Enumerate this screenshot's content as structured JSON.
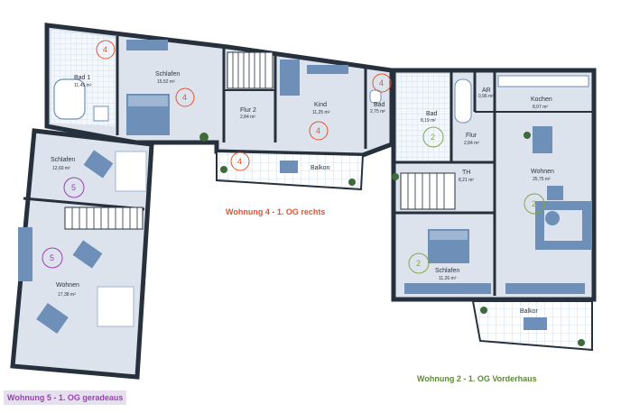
{
  "colors": {
    "wall": "#27313d",
    "floor": "#dde3ec",
    "balcony_tile": "#ffffff",
    "tile_line": "#a8c8e8",
    "furniture": "#6d8fb8",
    "furniture_light": "#9fb6d3",
    "unit4": "#e2542b",
    "unit5": "#9b3fb5",
    "unit2": "#7fa84a",
    "caption5_bg": "#e6dff0"
  },
  "units": {
    "unit4": {
      "title": "Wohnung 4 - 1. OG rechts",
      "marker": "4"
    },
    "unit5": {
      "title": "Wohnung 5 - 1. OG geradeaus",
      "marker": "5"
    },
    "unit2": {
      "title": "Wohnung 2 - 1. OG Vorderhaus",
      "marker": "2"
    }
  },
  "rooms": {
    "bad1": {
      "name": "Bad 1",
      "area": "11,45 m²"
    },
    "schlafen4": {
      "name": "Schlafen",
      "area": "15,52 m²"
    },
    "flur2": {
      "name": "Flur 2",
      "area": "2,84 m²"
    },
    "kind": {
      "name": "Kind",
      "area": "11,25 m²"
    },
    "bad4": {
      "name": "Bad",
      "area": "2,75 m²"
    },
    "balkon4": {
      "name": "Balkon"
    },
    "schlafen5": {
      "name": "Schlafen",
      "area": "12,60 m²"
    },
    "wohnen5": {
      "name": "Wohnen",
      "area": "17,38 m²"
    },
    "ar": {
      "name": "AR",
      "area": "0,96 m²"
    },
    "kochen": {
      "name": "Kochen",
      "area": "8,07 m²"
    },
    "bad2": {
      "name": "Bad",
      "area": "8,19 m²"
    },
    "flur2b": {
      "name": "Flur",
      "area": "2,84 m²"
    },
    "th": {
      "name": "TH",
      "area": "8,21 m²"
    },
    "wohnen2": {
      "name": "Wohnen",
      "area": "25,75 m²"
    },
    "schlafen2": {
      "name": "Schlafen",
      "area": "11,26 m²"
    },
    "balkon2": {
      "name": "Balkor"
    }
  }
}
